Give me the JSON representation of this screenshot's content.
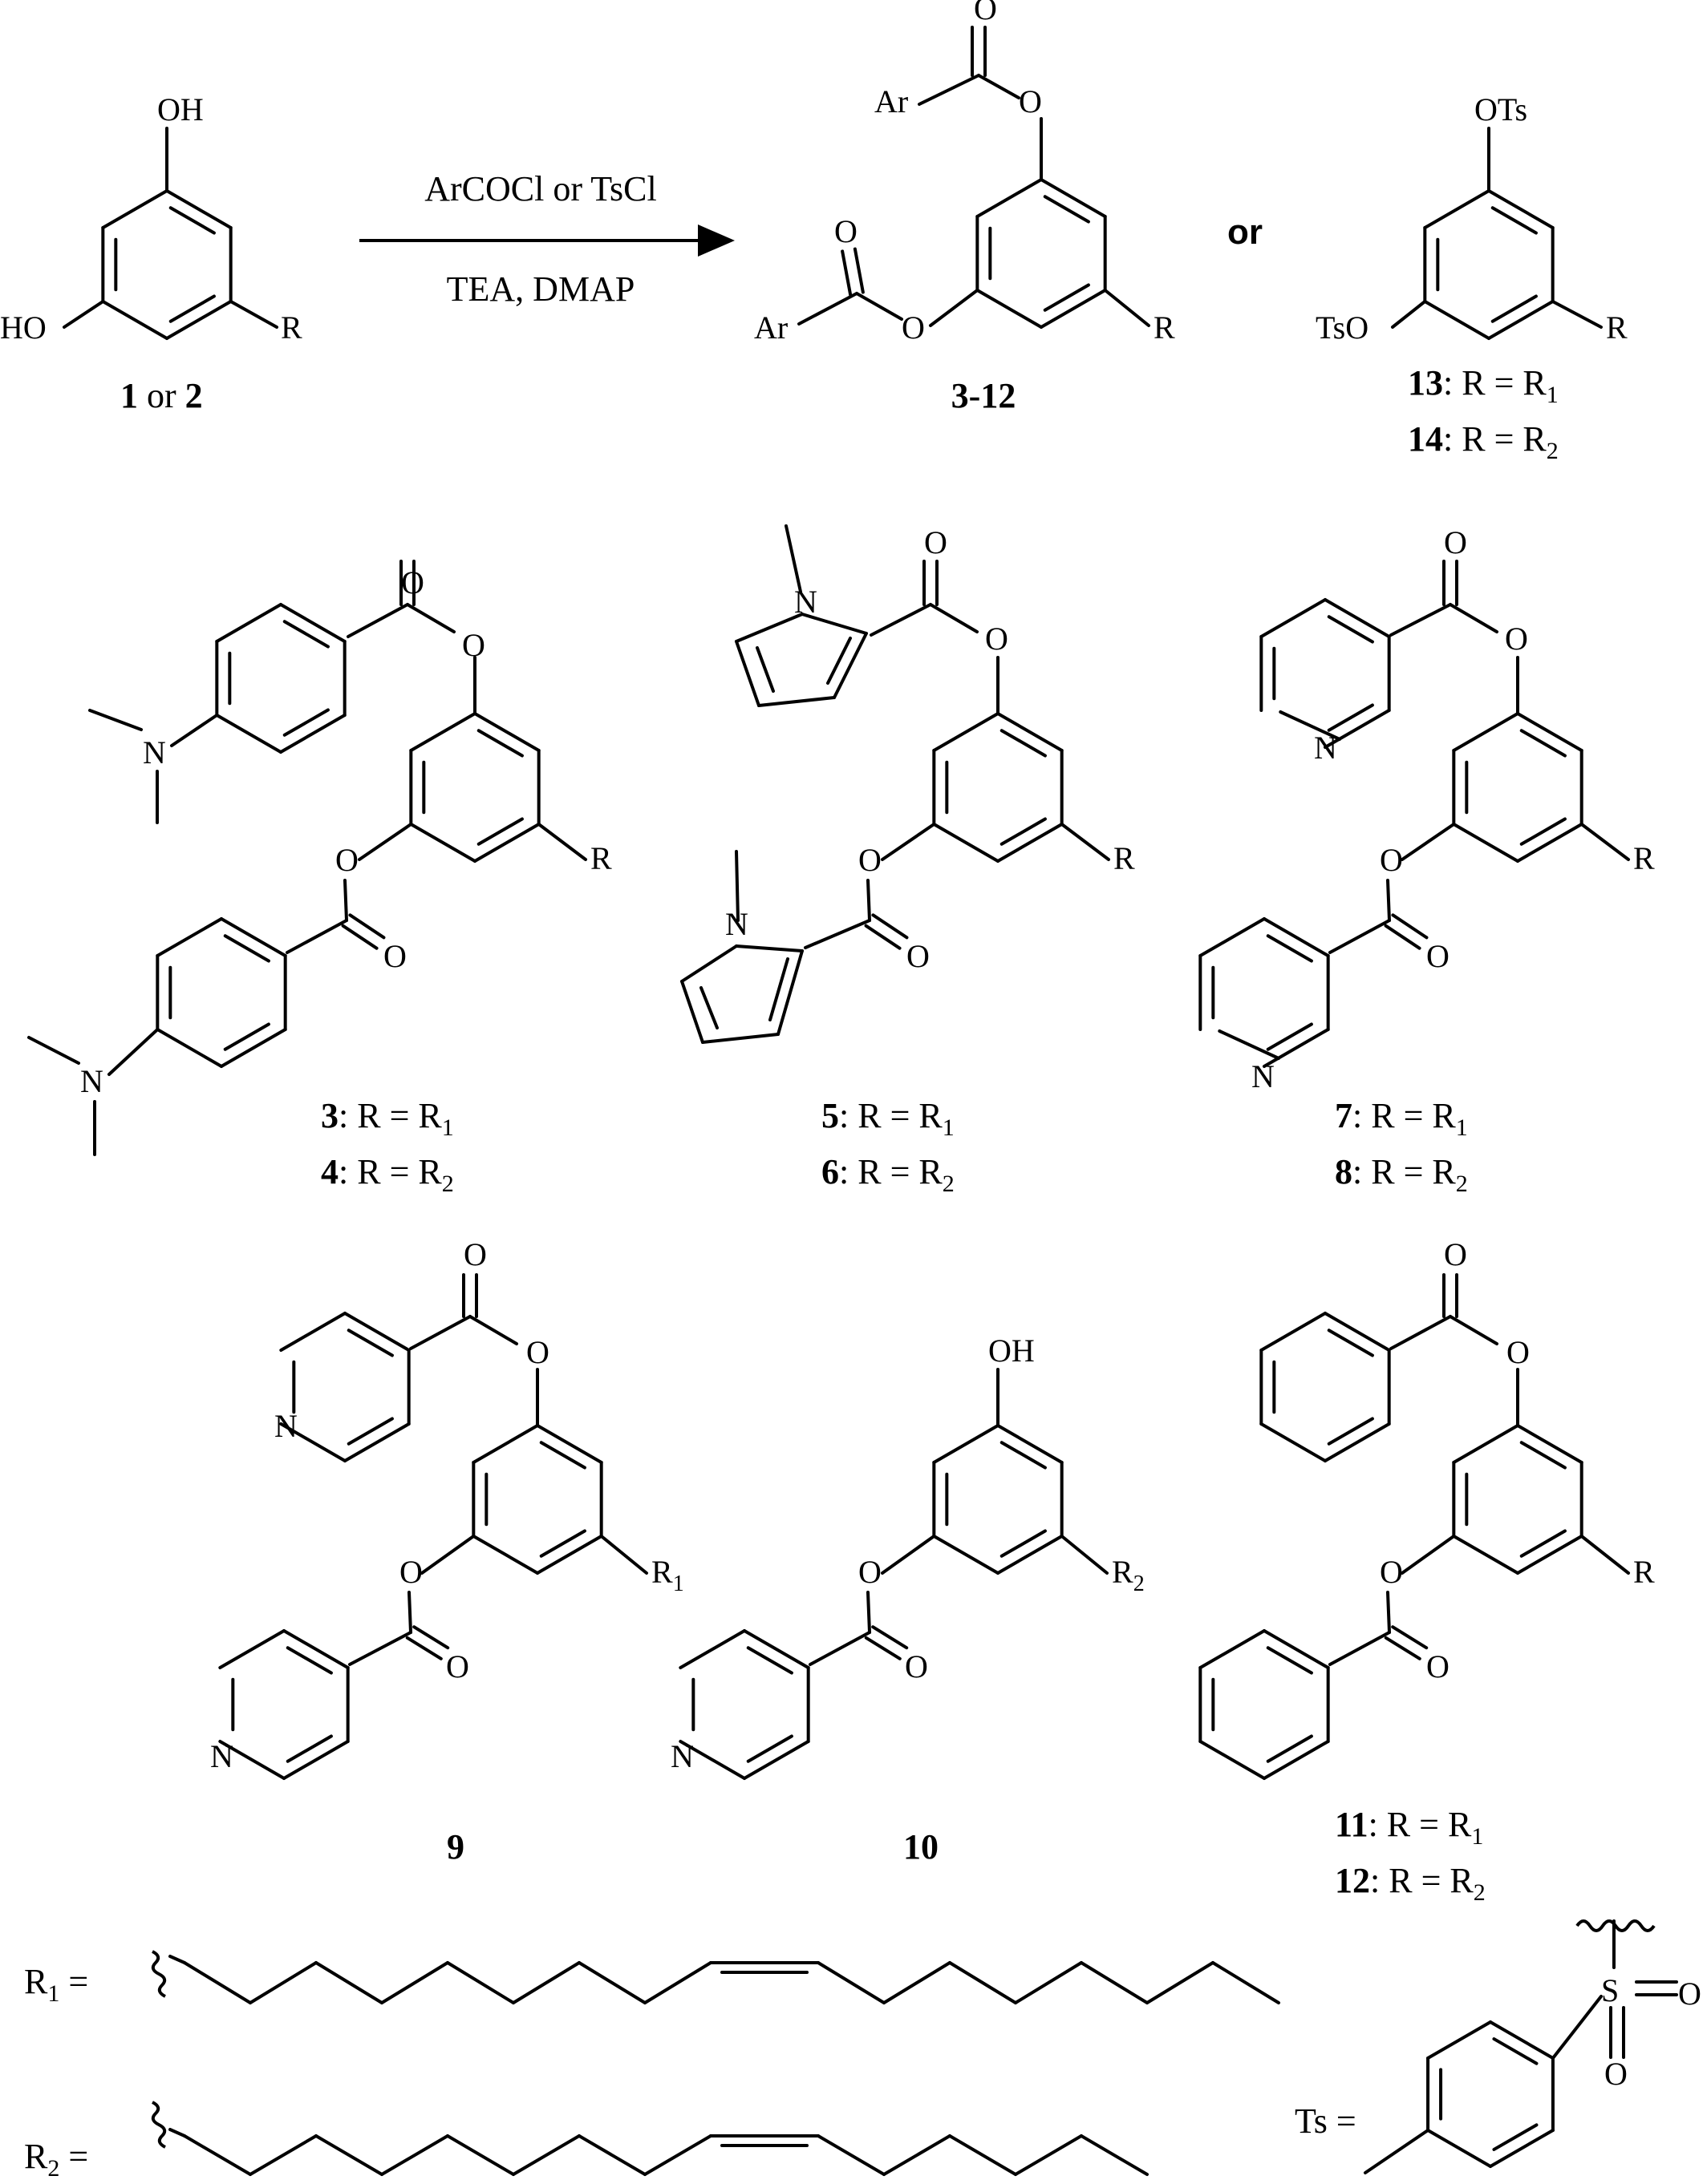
{
  "reaction": {
    "reagents_top": "ArCOCl or TsCl",
    "reagents_bottom": "TEA, DMAP",
    "or_label": "or",
    "start_label_a": "1",
    "start_label_or": " or ",
    "start_label_b": "2",
    "products_label": "3-12"
  },
  "atoms": {
    "oh": "OH",
    "ho": "HO",
    "r": "R",
    "ar": "Ar",
    "o": "O",
    "n": "N",
    "ots": "OTs",
    "tso": "TsO",
    "s": "S",
    "r_sub1_base": "R",
    "r_sub1": "1",
    "r_sub2_base": "R",
    "r_sub2": "2"
  },
  "compounds": {
    "c13": {
      "num": "13",
      "eq": ": R = R",
      "sub": "1"
    },
    "c14": {
      "num": "14",
      "eq": ": R = R",
      "sub": "2"
    },
    "c3": {
      "num": "3",
      "eq": ": R = R",
      "sub": "1"
    },
    "c4": {
      "num": "4",
      "eq": ": R = R",
      "sub": "2"
    },
    "c5": {
      "num": "5",
      "eq": ": R = R",
      "sub": "1"
    },
    "c6": {
      "num": "6",
      "eq": ": R = R",
      "sub": "2"
    },
    "c7": {
      "num": "7",
      "eq": ": R = R",
      "sub": "1"
    },
    "c8": {
      "num": "8",
      "eq": ": R = R",
      "sub": "2"
    },
    "c9": {
      "num": "9"
    },
    "c10": {
      "num": "10"
    },
    "c11": {
      "num": "11",
      "eq": ": R = R",
      "sub": "1"
    },
    "c12": {
      "num": "12",
      "eq": ": R = R",
      "sub": "2"
    }
  },
  "definitions": {
    "r1": {
      "base": "R",
      "sub": "1",
      "eq": " ="
    },
    "r2": {
      "base": "R",
      "sub": "2",
      "eq": " ="
    },
    "ts": {
      "label": "Ts ="
    }
  }
}
